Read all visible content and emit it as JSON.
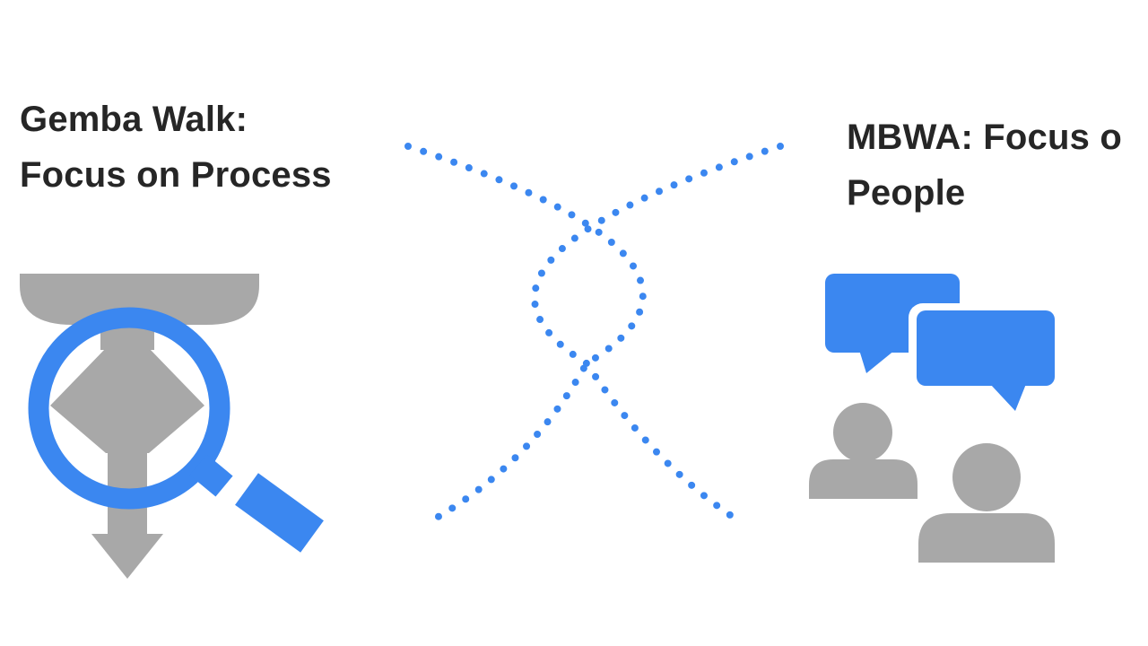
{
  "left": {
    "title_line1": "Gemba Walk:",
    "title_line2": "Focus on Process"
  },
  "right": {
    "title_line1": "MBWA: Focus o",
    "title_line2": "People"
  },
  "colors": {
    "background": "#ffffff",
    "text": "#262626",
    "accent_blue": "#3b87f0",
    "icon_gray": "#a8a8a8"
  },
  "icons": [
    "funnel-icon",
    "magnifying-glass-icon",
    "arrow-down-icon",
    "speech-bubbles-icon",
    "people-icon"
  ]
}
